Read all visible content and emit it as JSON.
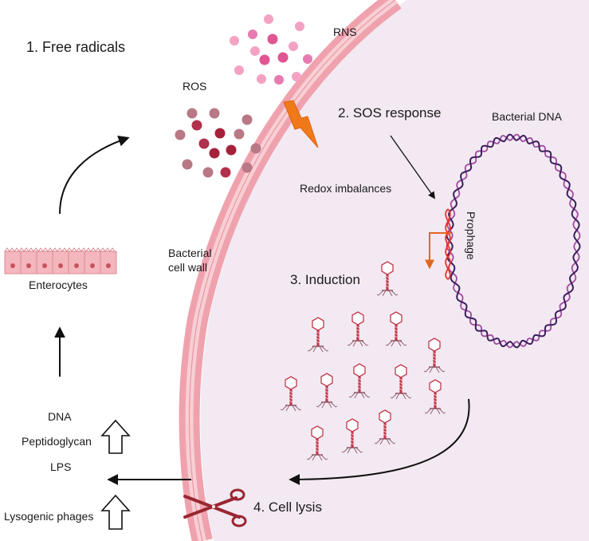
{
  "labels": {
    "free_radicals": "1.  Free radicals",
    "rns": "RNS",
    "ros": "ROS",
    "sos_response": "2. SOS response",
    "bacterial_dna": "Bacterial DNA",
    "redox": "Redox imbalances",
    "prophage": "Prophage",
    "cell_wall_1": "Bacterial",
    "cell_wall_2": "cell wall",
    "enterocytes": "Enterocytes",
    "induction": "3. Induction",
    "dna": "DNA",
    "peptidoglycan": "Peptidoglycan",
    "lps": "LPS",
    "lysogenic": "Lysogenic phages",
    "cell_lysis": "4. Cell lysis"
  },
  "colors": {
    "cytoplasm": "#f3e9f2",
    "wall_outer": "#efa2ad",
    "wall_inner": "#f7cfd4",
    "ros_dark": "#a5213a",
    "ros_light": "#b97885",
    "rns_dark": "#e05592",
    "rns_light": "#f3a2c4",
    "lightning": "#f07a1a",
    "dna_strand_1": "#3b1e5e",
    "dna_strand_2": "#a04aa0",
    "prophage": "#e8352a",
    "phage": "#c2384a",
    "enterocyte": "#f4b7bd",
    "nucleus": "#c9515c"
  }
}
